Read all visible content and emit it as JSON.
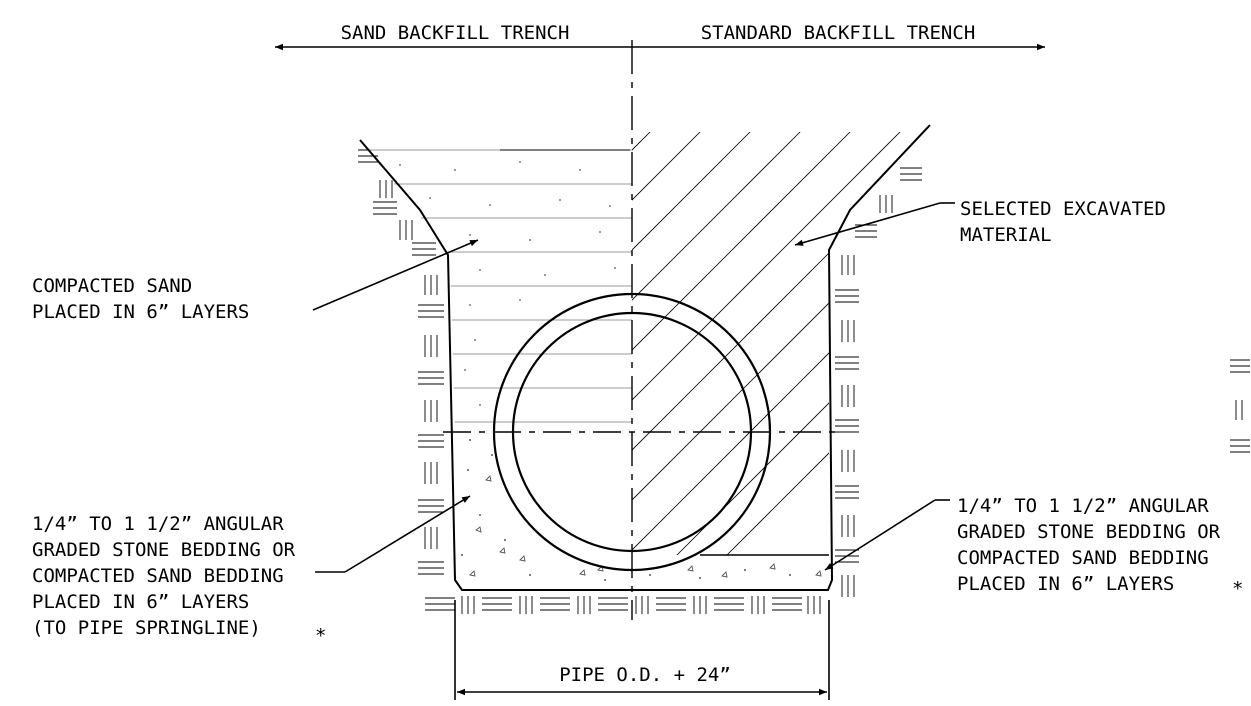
{
  "headers": {
    "left": "SAND BACKFILL TRENCH",
    "right": "STANDARD BACKFILL TRENCH"
  },
  "callouts": {
    "compacted_sand": [
      "COMPACTED SAND",
      "PLACED IN 6” LAYERS"
    ],
    "selected_material": [
      "SELECTED EXCAVATED",
      "MATERIAL"
    ],
    "left_bedding": [
      "1/4” TO 1 1/2” ANGULAR",
      "GRADED STONE BEDDING OR",
      "COMPACTED SAND BEDDING",
      "PLACED IN 6” LAYERS",
      "(TO PIPE SPRINGLINE)"
    ],
    "right_bedding": [
      "1/4” TO 1 1/2” ANGULAR",
      "GRADED STONE BEDDING OR",
      "COMPACTED SAND BEDDING",
      "PLACED IN 6” LAYERS"
    ],
    "asterisk": "*"
  },
  "dimension": {
    "width_label": "PIPE O.D. + 24”"
  }
}
